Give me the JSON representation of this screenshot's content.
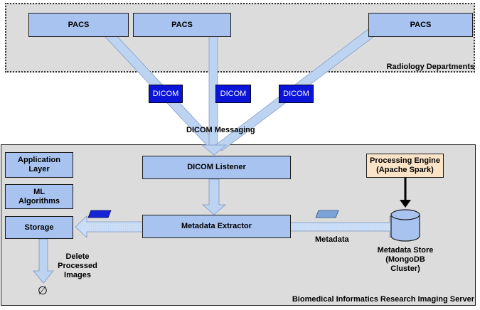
{
  "regions": {
    "radiology": "Radiology Departments",
    "server": "Biomedical Informatics Research Imaging Server"
  },
  "pacs": [
    "PACS",
    "PACS",
    "PACS"
  ],
  "dicom_badges": [
    "DICOM",
    "DICOM",
    "DICOM"
  ],
  "messaging_label": "DICOM Messaging",
  "boxes": {
    "listener": "DICOM Listener",
    "extractor": "Metadata Extractor",
    "application_layer": "Application Layer",
    "ml_algorithms": "ML Algorithms",
    "storage": "Storage",
    "engine_line1": "Processing Engine",
    "engine_line2": "(Apache Spark)"
  },
  "labels": {
    "metadata": "Metadata",
    "store_line1": "Metadata Store",
    "store_line2": "(MongoDB Cluster)",
    "delete_line1": "Delete",
    "delete_line2": "Processed",
    "delete_line3": "Images",
    "empty_symbol": "∅"
  },
  "colors": {
    "box_fill": "#a8c3ef",
    "dicom_fill": "#0a14d8",
    "engine_fill": "#fbe3c8",
    "region_fill": "#dcdcdc",
    "arrow_fill": "#bcd3f2"
  }
}
